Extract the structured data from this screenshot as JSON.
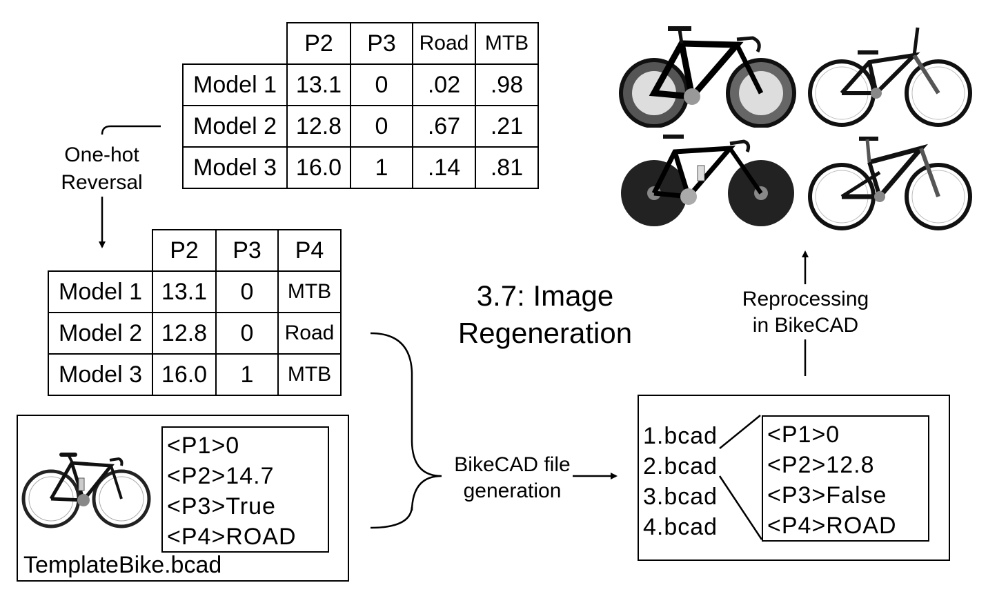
{
  "top_table": {
    "headers": [
      "P2",
      "P3",
      "Road",
      "MTB"
    ],
    "rows": [
      {
        "model": "Model 1",
        "cells": [
          "13.1",
          "0",
          ".02",
          ".98"
        ]
      },
      {
        "model": "Model 2",
        "cells": [
          "12.8",
          "0",
          ".67",
          ".21"
        ]
      },
      {
        "model": "Model 3",
        "cells": [
          "16.0",
          "1",
          ".14",
          ".81"
        ]
      }
    ]
  },
  "onehot_label": {
    "line1": "One-hot",
    "line2": "Reversal"
  },
  "mid_table": {
    "headers": [
      "P2",
      "P3",
      "P4"
    ],
    "rows": [
      {
        "model": "Model 1",
        "cells": [
          "13.1",
          "0",
          "MTB"
        ]
      },
      {
        "model": "Model 2",
        "cells": [
          "12.8",
          "0",
          "Road"
        ]
      },
      {
        "model": "Model 3",
        "cells": [
          "16.0",
          "1",
          "MTB"
        ]
      }
    ]
  },
  "template": {
    "filename": "TemplateBike.bcad",
    "lines": [
      "<P1>0",
      "<P2>14.7",
      "<P3>True",
      "<P4>ROAD"
    ]
  },
  "step_title": {
    "line1": "3.7: Image",
    "line2": "Regeneration"
  },
  "generation_label": {
    "line1": "BikeCAD file",
    "line2": "generation"
  },
  "reprocessing_label": {
    "line1": "Reprocessing",
    "line2": "in BikeCAD"
  },
  "output": {
    "files": [
      "1.bcad",
      "2.bcad",
      "3.bcad",
      "4.bcad"
    ],
    "lines": [
      "<P1>0",
      "<P2>12.8",
      "<P3>False",
      "<P4>ROAD"
    ]
  },
  "images": {
    "template_bike": "road-bike-icon",
    "generated": [
      "aero-road-bike-icon",
      "hardtail-mtb-icon",
      "disc-wheel-road-bike-icon",
      "full-suspension-mtb-icon"
    ]
  }
}
